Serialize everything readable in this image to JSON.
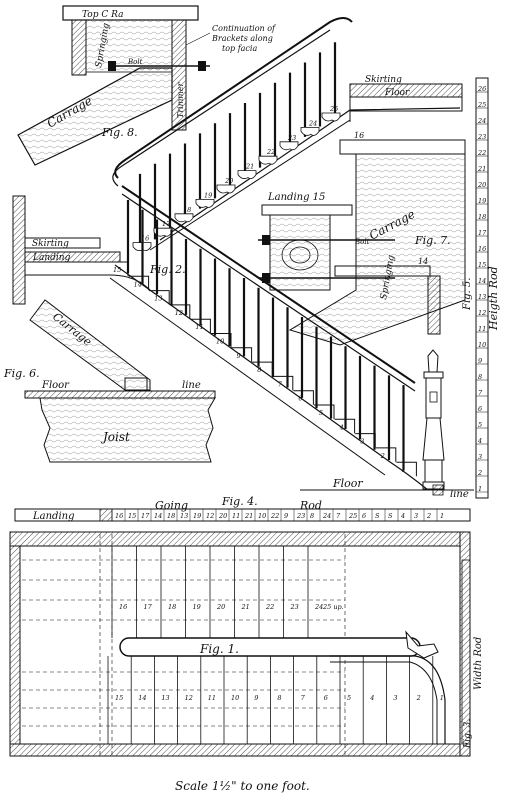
{
  "figures": {
    "fig1": "Fig. 1.",
    "fig2": "Fig. 2.",
    "fig3": "Fig. 3.",
    "fig4": "Fig. 4.",
    "fig5": "Fig. 5.",
    "fig6": "Fig. 6.",
    "fig7": "Fig. 7.",
    "fig8": "Fig. 8."
  },
  "labels": {
    "top_rail": "Top C Ra",
    "continuation_line1": "Continuation of",
    "continuation_line2": "Brackets along",
    "continuation_line3": "top facia",
    "bolt": "Bolt",
    "bolt7": "Bolt",
    "springing": "Springing",
    "trimmer": "Trimmer",
    "carrage": "Carrage",
    "skirting": "Skirting",
    "floor": "Floor",
    "floor_line_word": "line",
    "landing": "Landing",
    "landing15": "Landing 15",
    "joist": "Joist",
    "going": "Going",
    "rod": "Rod",
    "heigth_rod": "Heigth Rod",
    "width_rod": "Width Rod",
    "up": "25 up.",
    "scale": "Scale 1½\" to one foot."
  },
  "numbers": {
    "riser_16": "16",
    "riser_14": "14",
    "fig2_steps": [
      "15",
      "14",
      "13",
      "12",
      "11",
      "10",
      "9",
      "8",
      "7",
      "6",
      "5",
      "4",
      "3",
      "2",
      "1"
    ],
    "upper_steps": [
      "25",
      "24",
      "23",
      "22",
      "21",
      "20",
      "19",
      "18",
      "17",
      "16"
    ],
    "plan_upper": [
      "16",
      "17",
      "18",
      "19",
      "20",
      "21",
      "22",
      "23",
      "24"
    ],
    "plan_lower": [
      "15",
      "14",
      "13",
      "12",
      "11",
      "10",
      "9",
      "8",
      "7",
      "6",
      "5",
      "4",
      "3",
      "2",
      "1"
    ],
    "going_rod": [
      "16",
      "15",
      "17",
      "14",
      "18",
      "13",
      "19",
      "12",
      "20",
      "11",
      "21",
      "10",
      "22",
      "9",
      "23",
      "8",
      "24",
      "7",
      "25",
      "6",
      "S",
      "S",
      "4",
      "3",
      "2",
      "1"
    ],
    "height_rod": [
      "26",
      "25",
      "24",
      "23",
      "22",
      "21",
      "20",
      "19",
      "18",
      "17",
      "16",
      "15",
      "14",
      "13",
      "12",
      "11",
      "10",
      "9",
      "8",
      "7",
      "6",
      "5",
      "4",
      "3",
      "2",
      "1"
    ]
  }
}
